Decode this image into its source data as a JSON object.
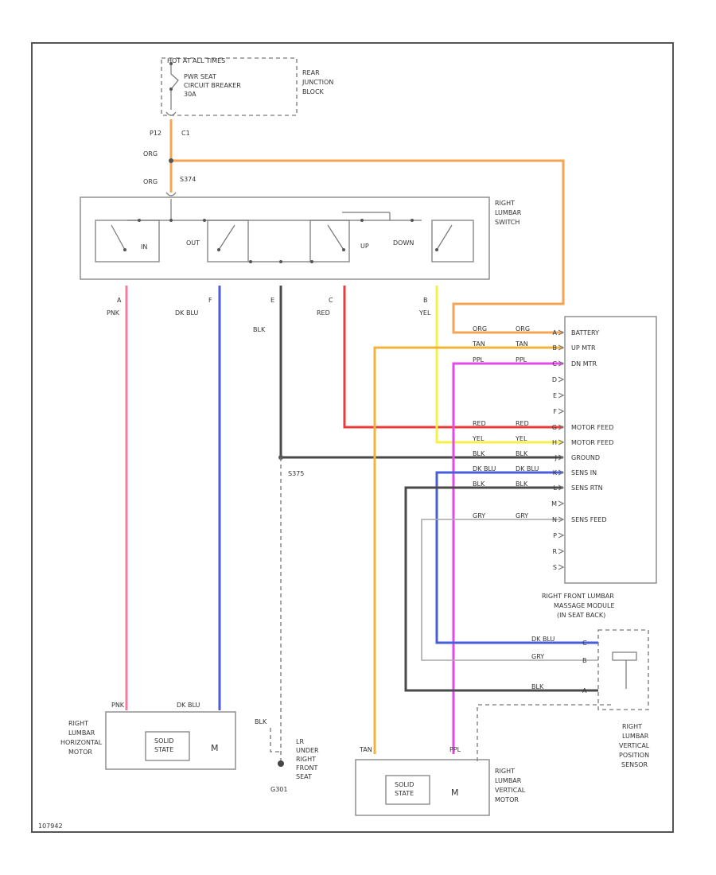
{
  "colors": {
    "orange": "#f5a456",
    "pink": "#f47d9e",
    "blue": "#4a5dd8",
    "black": "#4a4a4a",
    "red": "#ea3b3b",
    "yellow": "#f5f04a",
    "tan": "#f0b43a",
    "purple": "#e64ae6",
    "gray": "#a9a9a9"
  },
  "top": {
    "hot_label": "HOT AT ALL TIMES",
    "breaker_line1": "PWR SEAT",
    "breaker_line2": "CIRCUIT BREAKER",
    "breaker_line3": "30A",
    "jb_line1": "REAR",
    "jb_line2": "JUNCTION",
    "jb_line3": "BLOCK",
    "conn_p12": "P12",
    "conn_c1": "C1",
    "wire_org_1": "ORG",
    "wire_org_2": "ORG",
    "splice_top": "S374"
  },
  "switch": {
    "name_line1": "RIGHT",
    "name_line2": "LUMBAR",
    "name_line3": "SWITCH",
    "in_label": "IN",
    "out_label": "OUT",
    "up_label": "UP",
    "down_label": "DOWN",
    "pins": [
      {
        "pin": "A",
        "color": "PNK"
      },
      {
        "pin": "F",
        "color": "DK BLU"
      },
      {
        "pin": "E",
        "color": "BLK"
      },
      {
        "pin": "C",
        "color": "RED"
      },
      {
        "pin": "B",
        "color": "YEL"
      }
    ]
  },
  "module": {
    "name_line1": "RIGHT FRONT LUMBAR",
    "name_line2": "MASSAGE MODULE",
    "name_line3": "(IN SEAT BACK)",
    "rows": [
      {
        "pin": "A",
        "wire_top": "ORG",
        "wire_left": "ORG",
        "label": "BATTERY"
      },
      {
        "pin": "B",
        "wire_top": "TAN",
        "wire_left": "TAN",
        "label": "UP MTR"
      },
      {
        "pin": "C",
        "wire_top": "PPL",
        "wire_left": "PPL",
        "label": "DN MTR"
      },
      {
        "pin": "D",
        "wire_top": "",
        "wire_left": "",
        "label": ""
      },
      {
        "pin": "E",
        "wire_top": "",
        "wire_left": "",
        "label": ""
      },
      {
        "pin": "F",
        "wire_top": "",
        "wire_left": "",
        "label": ""
      },
      {
        "pin": "G",
        "wire_top": "RED",
        "wire_left": "RED",
        "label": "MOTOR FEED"
      },
      {
        "pin": "H",
        "wire_top": "YEL",
        "wire_left": "YEL",
        "label": "MOTOR FEED"
      },
      {
        "pin": "J",
        "wire_top": "BLK",
        "wire_left": "BLK",
        "label": "GROUND"
      },
      {
        "pin": "K",
        "wire_top": "DK BLU",
        "wire_left": "DK BLU",
        "label": "SENS IN"
      },
      {
        "pin": "L",
        "wire_top": "BLK",
        "wire_left": "BLK",
        "label": "SENS RTN"
      },
      {
        "pin": "M",
        "wire_top": "",
        "wire_left": "",
        "label": ""
      },
      {
        "pin": "N",
        "wire_top": "GRY",
        "wire_left": "GRY",
        "label": "SENS FEED"
      },
      {
        "pin": "P",
        "wire_top": "",
        "wire_left": "",
        "label": ""
      },
      {
        "pin": "R",
        "wire_top": "",
        "wire_left": "",
        "label": ""
      },
      {
        "pin": "S",
        "wire_top": "",
        "wire_left": "",
        "label": ""
      }
    ]
  },
  "ground": {
    "splice": "S375",
    "wire": "BLK",
    "label_line1": "LR",
    "label_line2": "UNDER",
    "label_line3": "RIGHT",
    "label_line4": "FRONT",
    "label_line5": "SEAT",
    "ground_id": "G301"
  },
  "horiz_motor": {
    "name_line1": "RIGHT",
    "name_line2": "LUMBAR",
    "name_line3": "HORIZONTAL",
    "name_line4": "MOTOR",
    "wire_left": "PNK",
    "wire_right": "DK BLU",
    "inner_line1": "SOLID",
    "inner_line2": "STATE"
  },
  "vert_motor": {
    "name_line1": "RIGHT",
    "name_line2": "LUMBAR",
    "name_line3": "VERTICAL",
    "name_line4": "MOTOR",
    "wire_left": "TAN",
    "wire_right": "PPL",
    "inner_line1": "SOLID",
    "inner_line2": "STATE"
  },
  "sensor": {
    "name_line1": "RIGHT",
    "name_line2": "LUMBAR",
    "name_line3": "VERTICAL",
    "name_line4": "POSITION",
    "name_line5": "SENSOR",
    "rows": [
      {
        "wire": "DK BLU",
        "pin": "C"
      },
      {
        "wire": "GRY",
        "pin": "B"
      },
      {
        "wire": "BLK",
        "pin": "A"
      }
    ]
  },
  "footer": {
    "figure_id": "107942"
  }
}
